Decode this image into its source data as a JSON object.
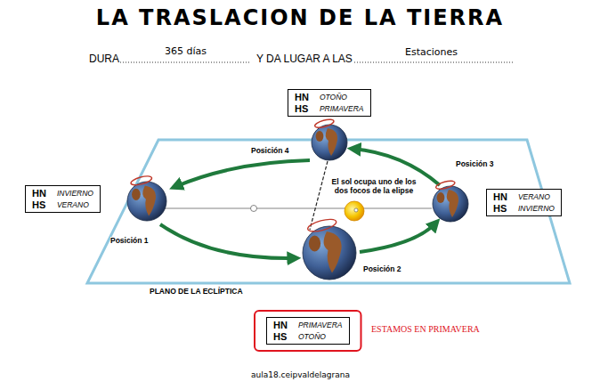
{
  "diagram": {
    "title": "LA TRASLACION DE LA TIERRA",
    "nodes": [
      {
        "text": [
          "HN",
          "OTOÑO",
          "HS",
          "PRIMAVERA"
        ]
      },
      {
        "text": [
          "HN",
          "INVIERNO",
          "HS",
          "VERANO"
        ]
      },
      {
        "text": [
          "HN",
          "VERANO",
          "HS",
          "INVIERNO"
        ]
      },
      {
        "text": [
          "HN",
          "PRIMAVERA",
          "HS",
          "OTOÑO"
        ]
      }
    ],
    "labels": [
      "DURA",
      "365 días",
      "Y DA LUGAR A LAS",
      "Estaciones",
      "Posición 4",
      "Posición 3",
      "El sol ocupa uno de los dos focos de la elipse",
      "Posición 1",
      "Posición 2",
      "PLANO DE LA ECLÍPTICA",
      "ESTAMOS EN PRIMAVERA",
      "aula18.ceipvaldelagrana"
    ]
  }
}
